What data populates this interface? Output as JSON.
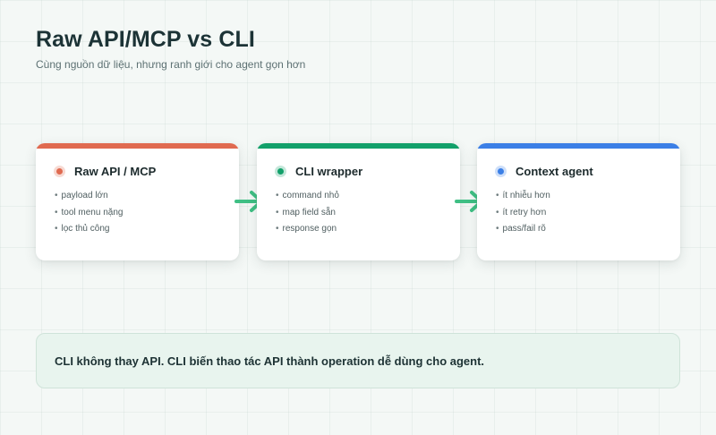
{
  "header": {
    "title": "Raw API/MCP vs CLI",
    "subtitle": "Cùng nguồn dữ liệu, nhưng ranh giới cho agent gọn hơn"
  },
  "cards": [
    {
      "title": "Raw API / MCP",
      "color": "#e06a50",
      "items": [
        "payload lớn",
        "tool menu nặng",
        "lọc thủ công"
      ]
    },
    {
      "title": "CLI wrapper",
      "color": "#12a06a",
      "items": [
        "command nhỏ",
        "map field sẵn",
        "response gọn"
      ]
    },
    {
      "title": "Context agent",
      "color": "#3b7fe6",
      "items": [
        "ít nhiễu hơn",
        "ít retry hơn",
        "pass/fail rõ"
      ]
    }
  ],
  "arrow_color": "#3fbf84",
  "note": "CLI không thay API. CLI biến thao tác API thành operation dễ dùng cho agent."
}
